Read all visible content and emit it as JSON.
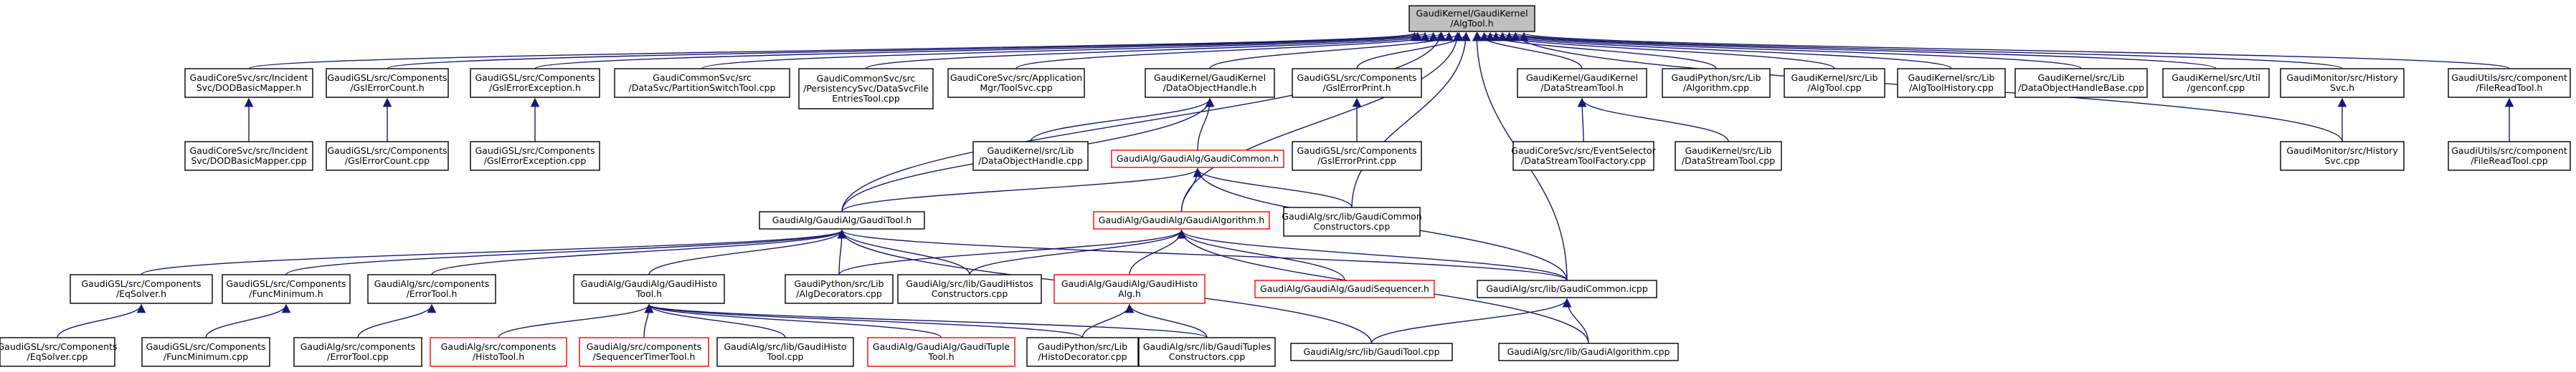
{
  "graph": {
    "root": "n0",
    "nodes": [
      {
        "id": "n0",
        "lines": [
          "GaudiKernel/GaudiKernel",
          "/AlgTool.h"
        ],
        "style": "root"
      },
      {
        "id": "n1",
        "lines": [
          "GaudiCoreSvc/src/Incident",
          "Svc/DODBasicMapper.h"
        ],
        "style": "normal"
      },
      {
        "id": "n2",
        "lines": [
          "GaudiGSL/src/Components",
          "/GslErrorCount.h"
        ],
        "style": "normal"
      },
      {
        "id": "n3",
        "lines": [
          "GaudiGSL/src/Components",
          "/GslErrorException.h"
        ],
        "style": "normal"
      },
      {
        "id": "n4",
        "lines": [
          "GaudiCommonSvc/src",
          "/DataSvc/PartitionSwitchTool.cpp"
        ],
        "style": "normal"
      },
      {
        "id": "n5",
        "lines": [
          "GaudiCommonSvc/src",
          "/PersistencySvc/DataSvcFile",
          "EntriesTool.cpp"
        ],
        "style": "normal"
      },
      {
        "id": "n6",
        "lines": [
          "GaudiCoreSvc/src/Application",
          "Mgr/ToolSvc.cpp"
        ],
        "style": "normal"
      },
      {
        "id": "n7",
        "lines": [
          "GaudiKernel/GaudiKernel",
          "/DataObjectHandle.h"
        ],
        "style": "normal"
      },
      {
        "id": "n8",
        "lines": [
          "GaudiGSL/src/Components",
          "/GslErrorPrint.h"
        ],
        "style": "normal"
      },
      {
        "id": "n9",
        "lines": [
          "GaudiKernel/GaudiKernel",
          "/DataStreamTool.h"
        ],
        "style": "normal"
      },
      {
        "id": "n10",
        "lines": [
          "GaudiPython/src/Lib",
          "/Algorithm.cpp"
        ],
        "style": "normal"
      },
      {
        "id": "n11",
        "lines": [
          "GaudiKernel/src/Lib",
          "/AlgTool.cpp"
        ],
        "style": "normal"
      },
      {
        "id": "n12",
        "lines": [
          "GaudiKernel/src/Lib",
          "/AlgToolHistory.cpp"
        ],
        "style": "normal"
      },
      {
        "id": "n13",
        "lines": [
          "GaudiKernel/src/Lib",
          "/DataObjectHandleBase.cpp"
        ],
        "style": "normal"
      },
      {
        "id": "n14",
        "lines": [
          "GaudiKernel/src/Util",
          "/genconf.cpp"
        ],
        "style": "normal"
      },
      {
        "id": "n15",
        "lines": [
          "GaudiMonitor/src/History",
          "Svc.h"
        ],
        "style": "normal"
      },
      {
        "id": "n16",
        "lines": [
          "GaudiUtils/src/component",
          "/FileReadTool.h"
        ],
        "style": "normal"
      },
      {
        "id": "n17",
        "lines": [
          "GaudiCoreSvc/src/Incident",
          "Svc/DODBasicMapper.cpp"
        ],
        "style": "normal"
      },
      {
        "id": "n18",
        "lines": [
          "GaudiGSL/src/Components",
          "/GslErrorCount.cpp"
        ],
        "style": "normal"
      },
      {
        "id": "n19",
        "lines": [
          "GaudiGSL/src/Components",
          "/GslErrorException.cpp"
        ],
        "style": "normal"
      },
      {
        "id": "n20",
        "lines": [
          "GaudiKernel/src/Lib",
          "/DataObjectHandle.cpp"
        ],
        "style": "normal"
      },
      {
        "id": "n21",
        "lines": [
          "GaudiAlg/GaudiAlg/GaudiCommon.h"
        ],
        "style": "red"
      },
      {
        "id": "n22",
        "lines": [
          "GaudiGSL/src/Components",
          "/GslErrorPrint.cpp"
        ],
        "style": "normal"
      },
      {
        "id": "n23",
        "lines": [
          "GaudiCoreSvc/src/EventSelector",
          "/DataStreamToolFactory.cpp"
        ],
        "style": "normal"
      },
      {
        "id": "n24",
        "lines": [
          "GaudiKernel/src/Lib",
          "/DataStreamTool.cpp"
        ],
        "style": "normal"
      },
      {
        "id": "n25",
        "lines": [
          "GaudiMonitor/src/History",
          "Svc.cpp"
        ],
        "style": "normal"
      },
      {
        "id": "n26",
        "lines": [
          "GaudiUtils/src/component",
          "/FileReadTool.cpp"
        ],
        "style": "normal"
      },
      {
        "id": "n27",
        "lines": [
          "GaudiAlg/GaudiAlg/GaudiTool.h"
        ],
        "style": "normal"
      },
      {
        "id": "n28",
        "lines": [
          "GaudiAlg/GaudiAlg/GaudiAlgorithm.h"
        ],
        "style": "red"
      },
      {
        "id": "n29",
        "lines": [
          "GaudiAlg/src/lib/GaudiCommon",
          "Constructors.cpp"
        ],
        "style": "normal"
      },
      {
        "id": "n30",
        "lines": [
          "GaudiGSL/src/Components",
          "/EqSolver.h"
        ],
        "style": "normal"
      },
      {
        "id": "n31",
        "lines": [
          "GaudiGSL/src/Components",
          "/FuncMinimum.h"
        ],
        "style": "normal"
      },
      {
        "id": "n32",
        "lines": [
          "GaudiAlg/src/components",
          "/ErrorTool.h"
        ],
        "style": "normal"
      },
      {
        "id": "n33",
        "lines": [
          "GaudiAlg/GaudiAlg/GaudiHisto",
          "Tool.h"
        ],
        "style": "normal"
      },
      {
        "id": "n34",
        "lines": [
          "GaudiPython/src/Lib",
          "/AlgDecorators.cpp"
        ],
        "style": "normal"
      },
      {
        "id": "n35",
        "lines": [
          "GaudiAlg/src/lib/GaudiHistos",
          "Constructors.cpp"
        ],
        "style": "normal"
      },
      {
        "id": "n36",
        "lines": [
          "GaudiAlg/GaudiAlg/GaudiHisto",
          "Alg.h"
        ],
        "style": "red"
      },
      {
        "id": "n37",
        "lines": [
          "GaudiAlg/GaudiAlg/GaudiSequencer.h"
        ],
        "style": "red"
      },
      {
        "id": "n38",
        "lines": [
          "GaudiAlg/src/lib/GaudiCommon.icpp"
        ],
        "style": "normal"
      },
      {
        "id": "n39",
        "lines": [
          "GaudiGSL/src/Components",
          "/EqSolver.cpp"
        ],
        "style": "normal"
      },
      {
        "id": "n40",
        "lines": [
          "GaudiGSL/src/Components",
          "/FuncMinimum.cpp"
        ],
        "style": "normal"
      },
      {
        "id": "n41",
        "lines": [
          "GaudiAlg/src/components",
          "/ErrorTool.cpp"
        ],
        "style": "normal"
      },
      {
        "id": "n42",
        "lines": [
          "GaudiAlg/src/components",
          "/HistoTool.h"
        ],
        "style": "red"
      },
      {
        "id": "n43",
        "lines": [
          "GaudiAlg/src/components",
          "/SequencerTimerTool.h"
        ],
        "style": "red"
      },
      {
        "id": "n44",
        "lines": [
          "GaudiAlg/src/lib/GaudiHisto",
          "Tool.cpp"
        ],
        "style": "normal"
      },
      {
        "id": "n45",
        "lines": [
          "GaudiAlg/GaudiAlg/GaudiTuple",
          "Tool.h"
        ],
        "style": "red"
      },
      {
        "id": "n46",
        "lines": [
          "GaudiPython/src/Lib",
          "/HistoDecorator.cpp"
        ],
        "style": "normal"
      },
      {
        "id": "n47",
        "lines": [
          "GaudiAlg/src/lib/GaudiTuples",
          "Constructors.cpp"
        ],
        "style": "normal"
      },
      {
        "id": "n48",
        "lines": [
          "GaudiAlg/src/lib/GaudiTool.cpp"
        ],
        "style": "normal"
      },
      {
        "id": "n49",
        "lines": [
          "GaudiAlg/src/lib/GaudiAlgorithm.cpp"
        ],
        "style": "normal"
      }
    ],
    "edges": [
      [
        "n1",
        "n0"
      ],
      [
        "n2",
        "n0"
      ],
      [
        "n3",
        "n0"
      ],
      [
        "n4",
        "n0"
      ],
      [
        "n5",
        "n0"
      ],
      [
        "n6",
        "n0"
      ],
      [
        "n7",
        "n0"
      ],
      [
        "n8",
        "n0"
      ],
      [
        "n9",
        "n0"
      ],
      [
        "n10",
        "n0"
      ],
      [
        "n11",
        "n0"
      ],
      [
        "n12",
        "n0"
      ],
      [
        "n13",
        "n0"
      ],
      [
        "n14",
        "n0"
      ],
      [
        "n15",
        "n0"
      ],
      [
        "n16",
        "n0"
      ],
      [
        "n27",
        "n0"
      ],
      [
        "n28",
        "n0"
      ],
      [
        "n29",
        "n0"
      ],
      [
        "n38",
        "n0"
      ],
      [
        "n25",
        "n0"
      ],
      [
        "n17",
        "n1"
      ],
      [
        "n18",
        "n2"
      ],
      [
        "n19",
        "n3"
      ],
      [
        "n20",
        "n7"
      ],
      [
        "n21",
        "n7"
      ],
      [
        "n27",
        "n7"
      ],
      [
        "n22",
        "n8"
      ],
      [
        "n23",
        "n9"
      ],
      [
        "n24",
        "n9"
      ],
      [
        "n25",
        "n15"
      ],
      [
        "n26",
        "n16"
      ],
      [
        "n27",
        "n21"
      ],
      [
        "n28",
        "n21"
      ],
      [
        "n29",
        "n21"
      ],
      [
        "n38",
        "n21"
      ],
      [
        "n30",
        "n27"
      ],
      [
        "n31",
        "n27"
      ],
      [
        "n32",
        "n27"
      ],
      [
        "n33",
        "n27"
      ],
      [
        "n34",
        "n27"
      ],
      [
        "n35",
        "n27"
      ],
      [
        "n48",
        "n27"
      ],
      [
        "n38",
        "n27"
      ],
      [
        "n34",
        "n28"
      ],
      [
        "n35",
        "n28"
      ],
      [
        "n36",
        "n28"
      ],
      [
        "n37",
        "n28"
      ],
      [
        "n38",
        "n28"
      ],
      [
        "n49",
        "n28"
      ],
      [
        "n39",
        "n30"
      ],
      [
        "n40",
        "n31"
      ],
      [
        "n41",
        "n32"
      ],
      [
        "n42",
        "n33"
      ],
      [
        "n43",
        "n33"
      ],
      [
        "n44",
        "n33"
      ],
      [
        "n45",
        "n33"
      ],
      [
        "n46",
        "n33"
      ],
      [
        "n47",
        "n33"
      ],
      [
        "n46",
        "n36"
      ],
      [
        "n47",
        "n36"
      ],
      [
        "n48",
        "n38"
      ],
      [
        "n49",
        "n38"
      ]
    ]
  }
}
